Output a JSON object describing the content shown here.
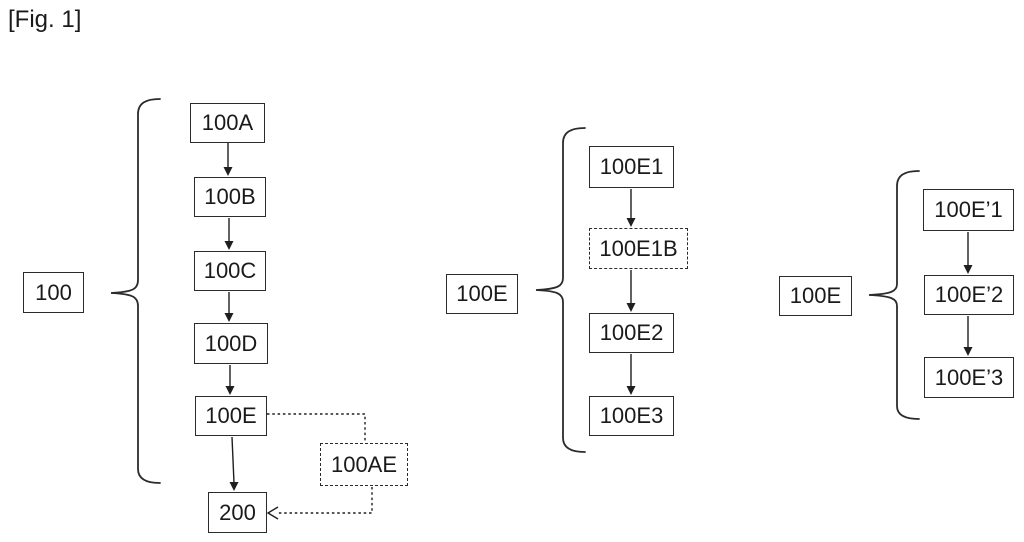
{
  "figure_label": "[Fig. 1]",
  "colors": {
    "ink": "#1f1f1f",
    "box_border": "#2b2b2b",
    "background": "#ffffff"
  },
  "groups": [
    {
      "name": "overall-process",
      "label": "100",
      "nodes": [
        {
          "id": "100A",
          "label": "100A",
          "style": "solid"
        },
        {
          "id": "100B",
          "label": "100B",
          "style": "solid"
        },
        {
          "id": "100C",
          "label": "100C",
          "style": "solid"
        },
        {
          "id": "100D",
          "label": "100D",
          "style": "solid"
        },
        {
          "id": "100E",
          "label": "100E",
          "style": "solid"
        },
        {
          "id": "200",
          "label": "200",
          "style": "solid"
        },
        {
          "id": "100AE",
          "label": "100AE",
          "style": "dashed"
        }
      ],
      "flow": [
        "100A",
        "100B",
        "100C",
        "100D",
        "100E",
        "200"
      ],
      "dashed_branch": [
        "100E",
        "100AE",
        "200"
      ]
    },
    {
      "name": "step-100E-detail",
      "label": "100E",
      "nodes": [
        {
          "id": "100E1",
          "label": "100E1",
          "style": "solid"
        },
        {
          "id": "100E1B",
          "label": "100E1B",
          "style": "dashed"
        },
        {
          "id": "100E2",
          "label": "100E2",
          "style": "solid"
        },
        {
          "id": "100E3",
          "label": "100E3",
          "style": "solid"
        }
      ],
      "flow": [
        "100E1",
        "100E1B",
        "100E2",
        "100E3"
      ]
    },
    {
      "name": "step-100E-variant",
      "label": "100E",
      "nodes": [
        {
          "id": "100E'1",
          "label": "100E’1",
          "style": "solid"
        },
        {
          "id": "100E'2",
          "label": "100E’2",
          "style": "solid"
        },
        {
          "id": "100E'3",
          "label": "100E’3",
          "style": "solid"
        }
      ],
      "flow": [
        "100E'1",
        "100E'2",
        "100E'3"
      ]
    }
  ]
}
